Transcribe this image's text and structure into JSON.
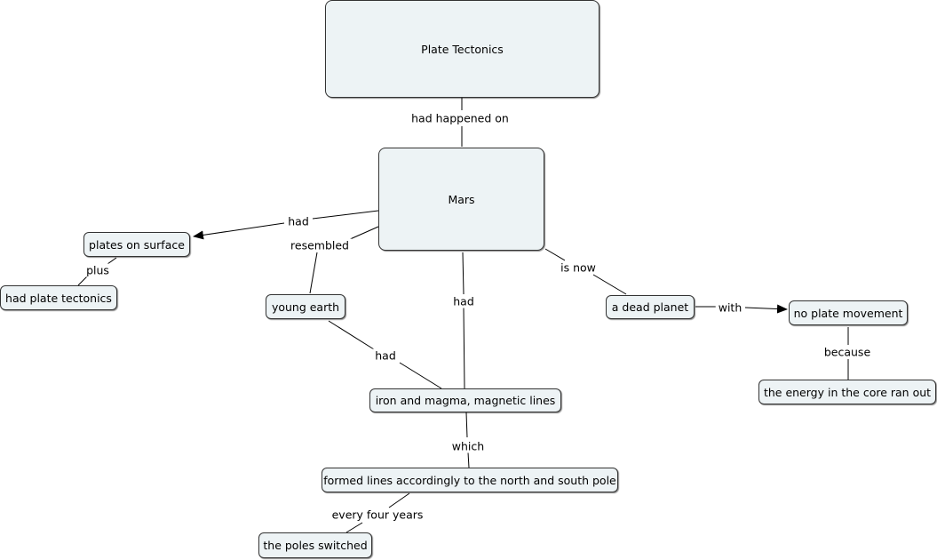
{
  "nodes": {
    "plate_tectonics": "Plate Tectonics",
    "mars": "Mars",
    "plates_on_surface": "plates on surface",
    "had_plate_tectonics": "had plate tectonics",
    "young_earth": "young earth",
    "dead_planet": "a dead planet",
    "no_plate_movement": "no plate movement",
    "energy_core": "the energy in the core ran out",
    "iron_magma": "iron and magma, magnetic lines",
    "formed_lines": "formed lines accordingly to the north and south pole",
    "poles_switched": "the poles switched"
  },
  "links": {
    "had_happened_on": "had happened on",
    "had_plates": "had",
    "resembled": "resembled",
    "plus": "plus",
    "had_iron": "had",
    "is_now": "is now",
    "with": "with",
    "because": "because",
    "young_had": "had",
    "which": "which",
    "every_four_years": "every four years"
  },
  "colors": {
    "node_fill": "#edf3f5",
    "node_border": "#333333",
    "line": "#000000"
  }
}
